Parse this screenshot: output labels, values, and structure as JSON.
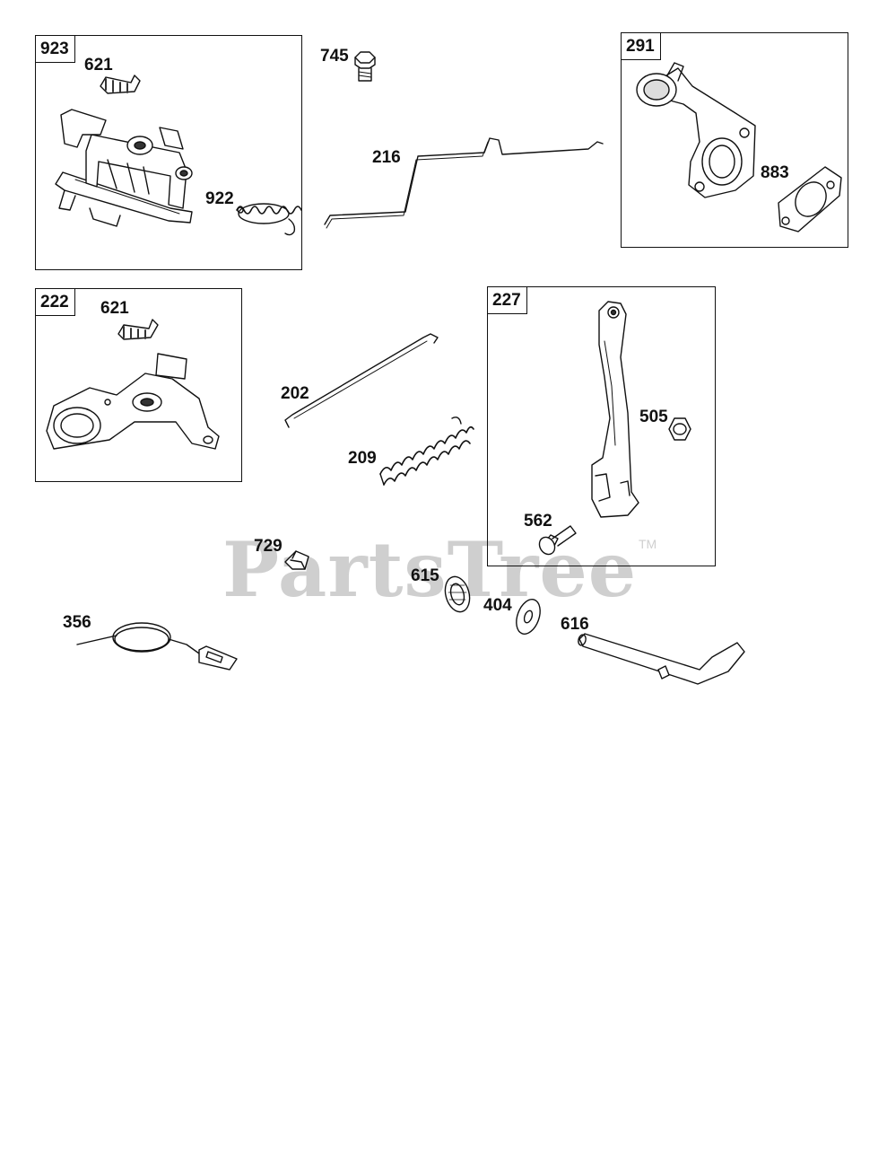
{
  "watermark": {
    "text": "PartsTree",
    "trademark": "TM"
  },
  "assemblies": [
    {
      "id": "923",
      "parts": [
        "621",
        "922"
      ]
    },
    {
      "id": "291",
      "parts": [
        "883"
      ]
    },
    {
      "id": "222",
      "parts": [
        "621"
      ]
    },
    {
      "id": "227",
      "parts": [
        "505",
        "562"
      ]
    }
  ],
  "labels": {
    "p923": "923",
    "p621a": "621",
    "p922": "922",
    "p745": "745",
    "p216": "216",
    "p291": "291",
    "p883": "883",
    "p222": "222",
    "p621b": "621",
    "p202": "202",
    "p209": "209",
    "p227": "227",
    "p505": "505",
    "p562": "562",
    "p729": "729",
    "p615": "615",
    "p404": "404",
    "p616": "616",
    "p356": "356"
  }
}
